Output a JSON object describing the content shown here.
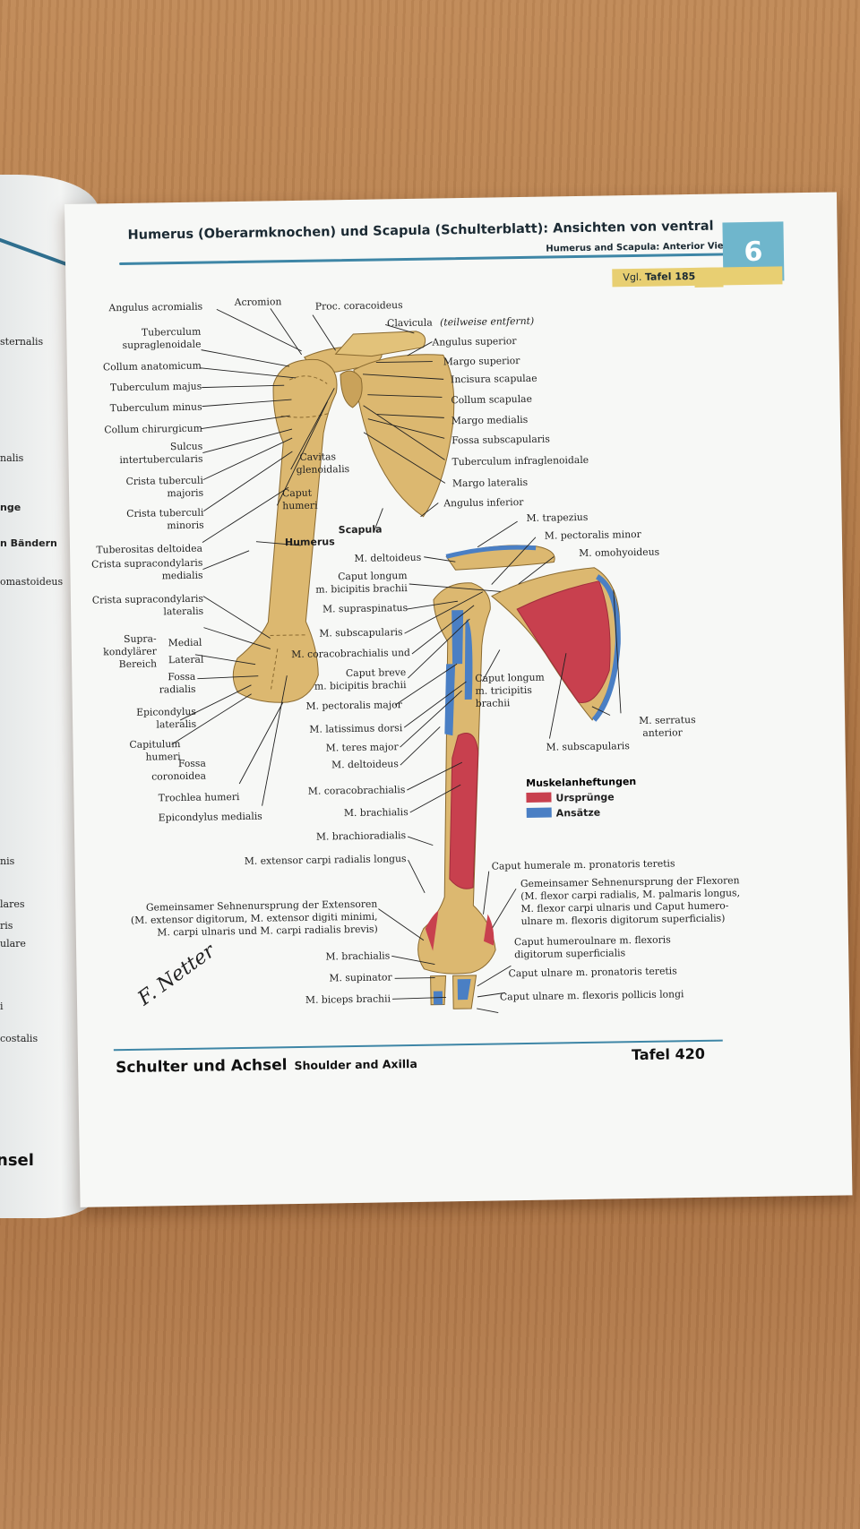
{
  "page": {
    "title": "Humerus (Oberarmknochen) und Scapula (Schulterblatt): Ansichten von ventral",
    "subtitle": "Humerus and Scapula: Anterior Views",
    "tab_number": "6",
    "ref_prefix": "Vgl.",
    "ref_label": "Tafel 185",
    "footer_de": "Schulter und Achsel",
    "footer_en": "Shoulder and Axilla",
    "footer_tafel": "Tafel 420",
    "signature": "F. Netter"
  },
  "left_page_fragments": [
    "sternalis",
    "nalis",
    "nge",
    "n Bändern",
    "omastoideus",
    "nis",
    "lares",
    "ris",
    "ulare",
    "i",
    "costalis",
    "nsel"
  ],
  "bone_labels_left": [
    "Angulus acromialis",
    "Acromion",
    "Proc. coracoideus",
    "Tuberculum",
    "supraglenoidale",
    "Collum anatomicum",
    "Tuberculum majus",
    "Tuberculum minus",
    "Collum chirurgicum",
    "Sulcus",
    "intertubercularis",
    "Crista tuberculi",
    "majoris",
    "Crista tuberculi",
    "minoris",
    "Tuberositas deltoidea",
    "Crista supracondylaris",
    "medialis",
    "Crista supracondylaris",
    "lateralis",
    "Supra-",
    "kondylärer",
    "Bereich",
    "Medial",
    "Lateral",
    "Fossa",
    "radialis",
    "Epicondylus",
    "lateralis",
    "Capitulum",
    "humeri",
    "Fossa",
    "coronoidea",
    "Trochlea humeri",
    "Epicondylus medialis",
    "Cavitas",
    "glenoidalis",
    "Caput",
    "humeri",
    "Humerus",
    "Scapula"
  ],
  "bone_labels_right": [
    "Clavicula",
    "(teilweise entfernt)",
    "Angulus superior",
    "Margo superior",
    "Incisura scapulae",
    "Collum scapulae",
    "Margo medialis",
    "Fossa subscapularis",
    "Tuberculum infraglenoidale",
    "Margo lateralis",
    "Angulus inferior"
  ],
  "muscle_labels": [
    "M. trapezius",
    "M. pectoralis minor",
    "M. omohyoideus",
    "M. deltoideus",
    "Caput longum",
    "m. bicipitis brachii",
    "M. supraspinatus",
    "M. subscapularis",
    "M. coracobrachialis und",
    "Caput breve",
    "m. bicipitis brachii",
    "M. pectoralis major",
    "M. latissimus dorsi",
    "M. teres major",
    "M. deltoideus",
    "M. coracobrachialis",
    "M. brachialis",
    "M. brachioradialis",
    "M. extensor carpi radialis longus",
    "Caput longum",
    "m. tricipitis",
    "brachii",
    "M. subscapularis",
    "M. serratus",
    "anterior",
    "Caput humerale m. pronatoris teretis",
    "Gemeinsamer Sehnenursprung der Flexoren",
    "(M. flexor carpi radialis, M. palmaris longus,",
    "M. flexor carpi ulnaris und Caput humero-",
    "ulnare m. flexoris digitorum superficialis)",
    "Caput humeroulnare m. flexoris",
    "digitorum superficialis",
    "Caput ulnare m. pronatoris teretis",
    "Caput ulnare m. flexoris pollicis longi",
    "Gemeinsamer Sehnenursprung der Extensoren",
    "(M. extensor digitorum, M. extensor digiti minimi,",
    "M. carpi ulnaris und M. carpi radialis brevis)",
    "M. brachialis",
    "M. supinator",
    "M. biceps brachii"
  ],
  "legend": {
    "title": "Muskelanheftungen",
    "origins": "Ursprünge",
    "insertions": "Ansätze"
  },
  "colors": {
    "bone": "#dcb870",
    "bone_shade": "#b8904a",
    "origin_red": "#c8404e",
    "insertion_blue": "#4a7fc4",
    "accent_blue": "#3e86a6",
    "tab_blue": "#6fb6cc",
    "ref_yellow": "#e8cf72"
  }
}
